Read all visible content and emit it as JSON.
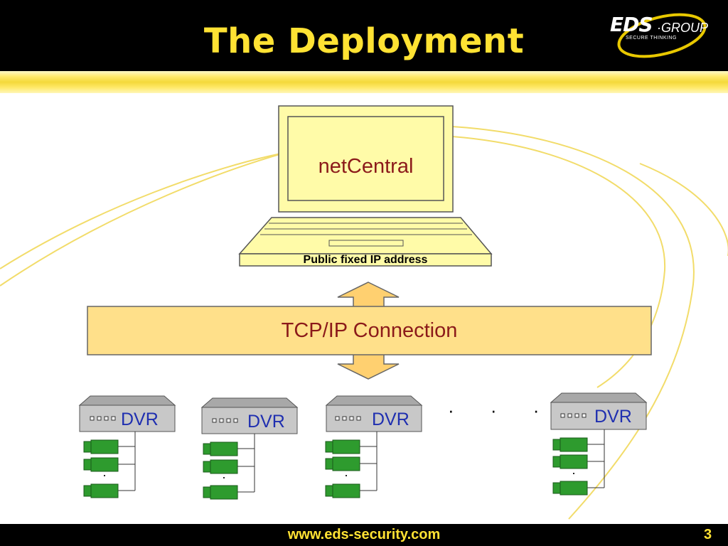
{
  "header": {
    "title": "The Deployment"
  },
  "logo": {
    "brand": "EDS",
    "group": "·GROUP",
    "tagline": "SECURE THINKING"
  },
  "diagram": {
    "server_label": "netCentral",
    "address_label": "Public fixed IP address",
    "connection_label": "TCP/IP Connection",
    "dvr_label": "DVR",
    "ellipsis": "· · ·",
    "camera_dot": "·"
  },
  "footer": {
    "url": "www.eds-security.com",
    "page": "3"
  },
  "colors": {
    "title": "#FFE233",
    "label_red": "#8B1A1A",
    "dvr_blue": "#1F2FB0",
    "camera_green": "#2E9B2E",
    "laptop_fill": "#FFFBA8",
    "banner_fill": "#FFE08A"
  }
}
